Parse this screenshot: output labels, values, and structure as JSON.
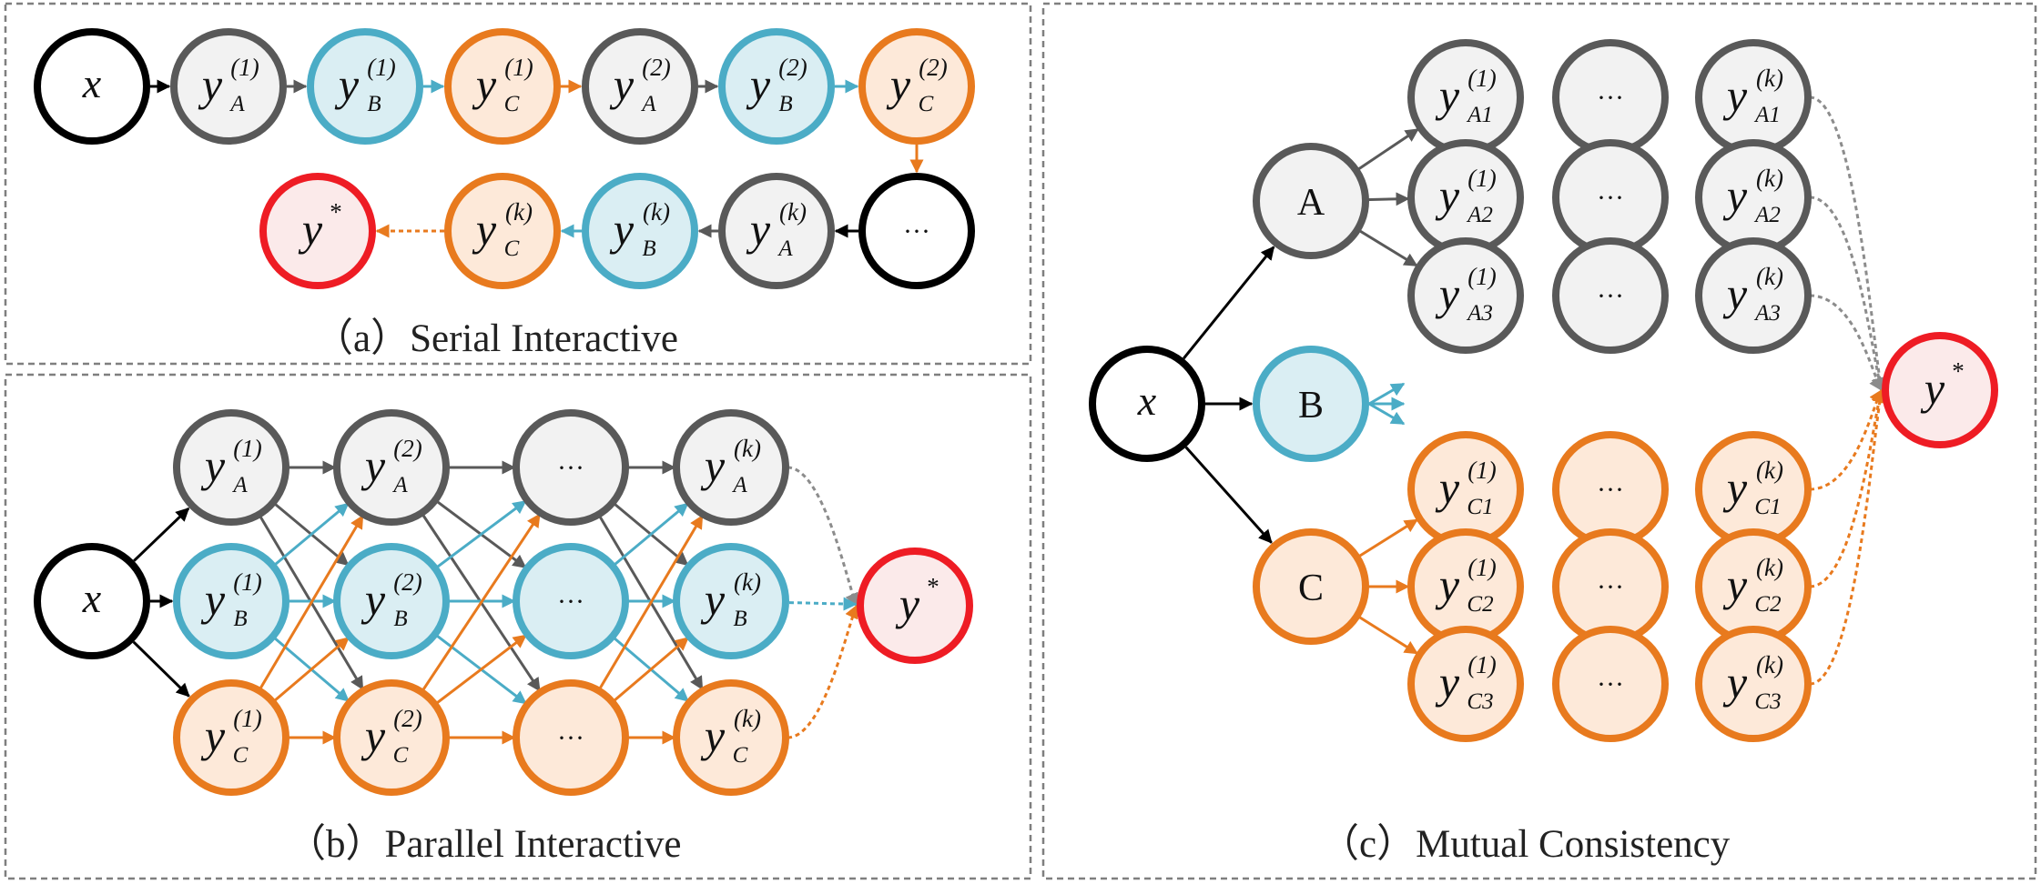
{
  "colors": {
    "gray_stroke": "#595959",
    "gray_fill": "#f2f2f2",
    "blue_stroke": "#4bacc6",
    "blue_fill": "#daeef3",
    "orange_stroke": "#e87a1e",
    "orange_fill": "#fde9d9",
    "red_stroke": "#ee1c24",
    "red_fill": "#fbeaea",
    "black_stroke": "#000000",
    "white_fill": "#ffffff",
    "edge_black": "#000000",
    "edge_gray": "#595959",
    "edge_blue": "#4bacc6",
    "edge_orange": "#e87a1e",
    "edge_dashed_gray": "#8c8c8c"
  },
  "captions": {
    "a": "（a）Serial Interactive",
    "b": "（b）Parallel Interactive",
    "c": "（c）Mutual Consistency"
  },
  "symbols": {
    "x": "x",
    "y": "y",
    "star": "*",
    "ellipsis": "···",
    "agent_a": "A",
    "agent_b": "B",
    "agent_c": "C"
  },
  "subscripts": {
    "A": "A",
    "B": "B",
    "C": "C",
    "A1": "A1",
    "A2": "A2",
    "A3": "A3",
    "C1": "C1",
    "C2": "C2",
    "C3": "C3"
  },
  "superscripts": {
    "r1": "(1)",
    "r2": "(2)",
    "rk": "(k)"
  }
}
